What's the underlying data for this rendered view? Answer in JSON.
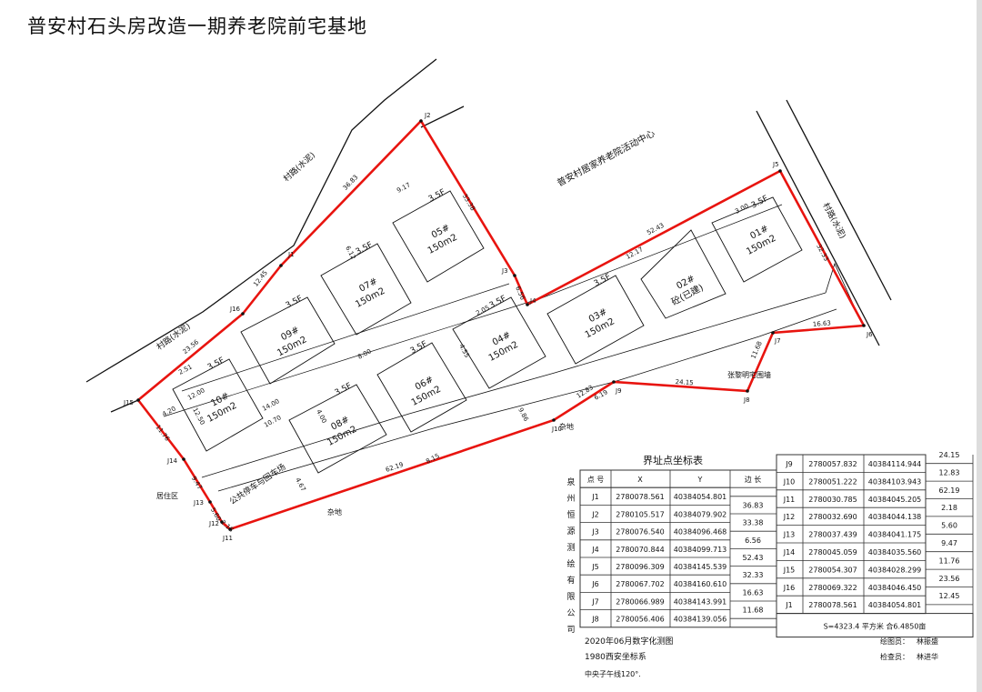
{
  "title": "普安村石头房改造一期养老院前宅基地",
  "colors": {
    "boundary": "#e8140f",
    "lines": "#111111"
  },
  "boundary_points": [
    {
      "name": "J1"
    },
    {
      "name": "J2"
    },
    {
      "name": "J3"
    },
    {
      "name": "J4"
    },
    {
      "name": "J5"
    },
    {
      "name": "J6"
    },
    {
      "name": "J7"
    },
    {
      "name": "J8"
    },
    {
      "name": "J9"
    },
    {
      "name": "J10"
    },
    {
      "name": "J11"
    },
    {
      "name": "J12"
    },
    {
      "name": "J13"
    },
    {
      "name": "J14"
    },
    {
      "name": "J15"
    },
    {
      "name": "J16"
    }
  ],
  "segment_lengths": [
    "36.83",
    "33.38",
    "6.56",
    "52.43",
    "32.33",
    "16.63",
    "11.68",
    "24.15",
    "12.83",
    "62.19",
    "2.18",
    "5.60",
    "9.47",
    "11.76",
    "23.56",
    "12.45"
  ],
  "buildings": [
    {
      "id": "10#",
      "area": "150m2",
      "floors": "3.5F"
    },
    {
      "id": "09#",
      "area": "150m2",
      "floors": "3.5F"
    },
    {
      "id": "07#",
      "area": "150m2",
      "floors": "3.5F"
    },
    {
      "id": "05#",
      "area": "150m2",
      "floors": "3.5F"
    },
    {
      "id": "08#",
      "area": "150m2",
      "floors": "3.5F"
    },
    {
      "id": "06#",
      "area": "150m2",
      "floors": "3.5F"
    },
    {
      "id": "04#",
      "area": "150m2",
      "floors": "3.5F"
    },
    {
      "id": "03#",
      "area": "150m2",
      "floors": "3.5F"
    },
    {
      "id": "02#",
      "area": "砼(已建)",
      "floors": ""
    },
    {
      "id": "01#",
      "area": "150m2",
      "floors": "3.5F"
    }
  ],
  "dimensions": [
    "12.00",
    "12.50",
    "14.00",
    "10.70",
    "4.00",
    "8.00",
    "9.17",
    "6.12",
    "2.51",
    "4.20",
    "4.55",
    "12.17",
    "3.00",
    "4.67",
    "8.15",
    "6.19",
    "9.86",
    "2.05"
  ],
  "labels": {
    "road_top": "村路(水泥)",
    "road_left": "村路(水泥)",
    "road_right": "村路(水泥)",
    "center": "普安村居家养老院活动中心",
    "wall": "张黎明宅围墙",
    "waste1": "杂地",
    "waste2": "杂地",
    "residential": "居住区",
    "parking": "公共停车与回车场"
  },
  "table": {
    "title": "界址点坐标表",
    "company": "泉州恒源测绘有限公司",
    "headers": {
      "point": "点 号",
      "x": "X",
      "y": "Y",
      "length": "边 长"
    },
    "rows_left": [
      {
        "pt": "J1",
        "x": "2780078.561",
        "y": "40384054.801"
      },
      {
        "pt": "J2",
        "x": "2780105.517",
        "y": "40384079.902"
      },
      {
        "pt": "J3",
        "x": "2780076.540",
        "y": "40384096.468"
      },
      {
        "pt": "J4",
        "x": "2780070.844",
        "y": "40384099.713"
      },
      {
        "pt": "J5",
        "x": "2780096.309",
        "y": "40384145.539"
      },
      {
        "pt": "J6",
        "x": "2780067.702",
        "y": "40384160.610"
      },
      {
        "pt": "J7",
        "x": "2780066.989",
        "y": "40384143.991"
      },
      {
        "pt": "J8",
        "x": "2780056.406",
        "y": "40384139.056"
      }
    ],
    "lengths_left": [
      "36.83",
      "33.38",
      "6.56",
      "52.43",
      "32.33",
      "16.63",
      "11.68"
    ],
    "rows_right": [
      {
        "pt": "J9",
        "x": "2780057.832",
        "y": "40384114.944"
      },
      {
        "pt": "J10",
        "x": "2780051.222",
        "y": "40384103.943"
      },
      {
        "pt": "J11",
        "x": "2780030.785",
        "y": "40384045.205"
      },
      {
        "pt": "J12",
        "x": "2780032.690",
        "y": "40384044.138"
      },
      {
        "pt": "J13",
        "x": "2780037.439",
        "y": "40384041.175"
      },
      {
        "pt": "J14",
        "x": "2780045.059",
        "y": "40384035.560"
      },
      {
        "pt": "J15",
        "x": "2780054.307",
        "y": "40384028.299"
      },
      {
        "pt": "J16",
        "x": "2780069.322",
        "y": "40384046.450"
      },
      {
        "pt": "J1",
        "x": "2780078.561",
        "y": "40384054.801"
      }
    ],
    "lengths_right": [
      "24.15",
      "12.83",
      "62.19",
      "2.18",
      "5.60",
      "9.47",
      "11.76",
      "23.56",
      "12.45"
    ],
    "area": "S=4323.4 平方米 合6.4850亩"
  },
  "footer": {
    "date": "2020年06月数字化测图",
    "coord_system": "1980西安坐标系",
    "meridian": "中央子午线120°.",
    "drafter_label": "绘图员：",
    "drafter": "林振盛",
    "checker_label": "检查员：",
    "checker": "林进华"
  }
}
